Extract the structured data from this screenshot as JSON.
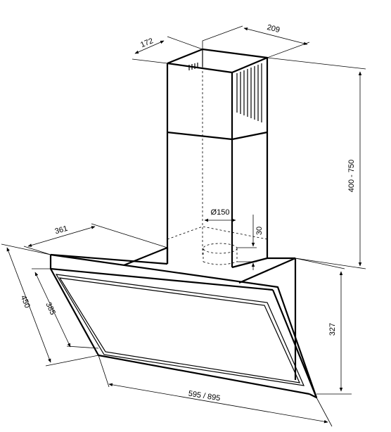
{
  "dimensions": {
    "chimney_depth": "172",
    "chimney_width": "209",
    "chimney_height": "400 - 750",
    "duct_diameter": "Ø150",
    "duct_offset": "30",
    "hood_depth": "361",
    "panel_height_outer": "450",
    "panel_height_inner": "385",
    "hood_height": "327",
    "hood_width": "595 / 895"
  },
  "colors": {
    "line": "#000000",
    "background": "#ffffff"
  }
}
